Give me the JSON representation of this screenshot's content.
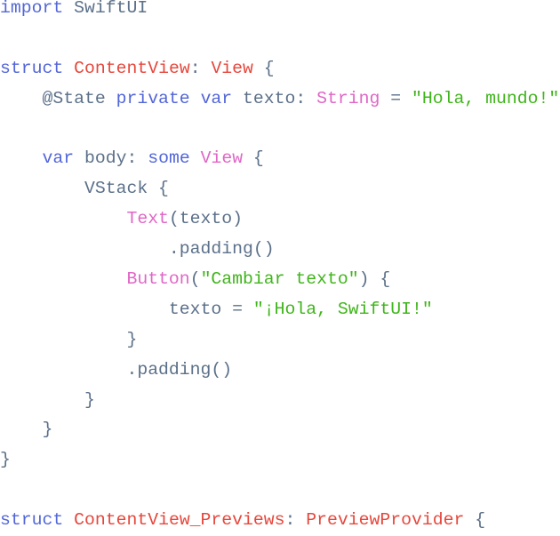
{
  "language": "Swift",
  "colors": {
    "keyword": "#5266d8",
    "type": "#e5473c",
    "builtin": "#e066c6",
    "string": "#3fb51a",
    "plain": "#5b7089"
  },
  "lines": [
    [
      [
        "kw",
        "import"
      ],
      [
        "pl",
        " SwiftUI"
      ]
    ],
    [],
    [
      [
        "kw",
        "struct"
      ],
      [
        "pl",
        " "
      ],
      [
        "ty",
        "ContentView"
      ],
      [
        "pl",
        ": "
      ],
      [
        "ty",
        "View"
      ],
      [
        "pl",
        " {"
      ]
    ],
    [
      [
        "pl",
        "    @State "
      ],
      [
        "kw",
        "private"
      ],
      [
        "pl",
        " "
      ],
      [
        "kw",
        "var"
      ],
      [
        "pl",
        " texto: "
      ],
      [
        "pk",
        "String"
      ],
      [
        "pl",
        " = "
      ],
      [
        "st",
        "\"Hola, mundo!\""
      ]
    ],
    [],
    [
      [
        "pl",
        "    "
      ],
      [
        "kw",
        "var"
      ],
      [
        "pl",
        " body: "
      ],
      [
        "kw",
        "some"
      ],
      [
        "pl",
        " "
      ],
      [
        "pk",
        "View"
      ],
      [
        "pl",
        " {"
      ]
    ],
    [
      [
        "pl",
        "        VStack {"
      ]
    ],
    [
      [
        "pl",
        "            "
      ],
      [
        "pk",
        "Text"
      ],
      [
        "pl",
        "(texto)"
      ]
    ],
    [
      [
        "pl",
        "                .padding()"
      ]
    ],
    [
      [
        "pl",
        "            "
      ],
      [
        "pk",
        "Button"
      ],
      [
        "pl",
        "("
      ],
      [
        "st",
        "\"Cambiar texto\""
      ],
      [
        "pl",
        ") {"
      ]
    ],
    [
      [
        "pl",
        "                texto = "
      ],
      [
        "st",
        "\"¡Hola, SwiftUI!\""
      ]
    ],
    [
      [
        "pl",
        "            }"
      ]
    ],
    [
      [
        "pl",
        "            .padding()"
      ]
    ],
    [
      [
        "pl",
        "        }"
      ]
    ],
    [
      [
        "pl",
        "    }"
      ]
    ],
    [
      [
        "pl",
        "}"
      ]
    ],
    [],
    [
      [
        "kw",
        "struct"
      ],
      [
        "pl",
        " "
      ],
      [
        "ty",
        "ContentView_Previews"
      ],
      [
        "pl",
        ": "
      ],
      [
        "ty",
        "PreviewProvider"
      ],
      [
        "pl",
        " {"
      ]
    ]
  ]
}
